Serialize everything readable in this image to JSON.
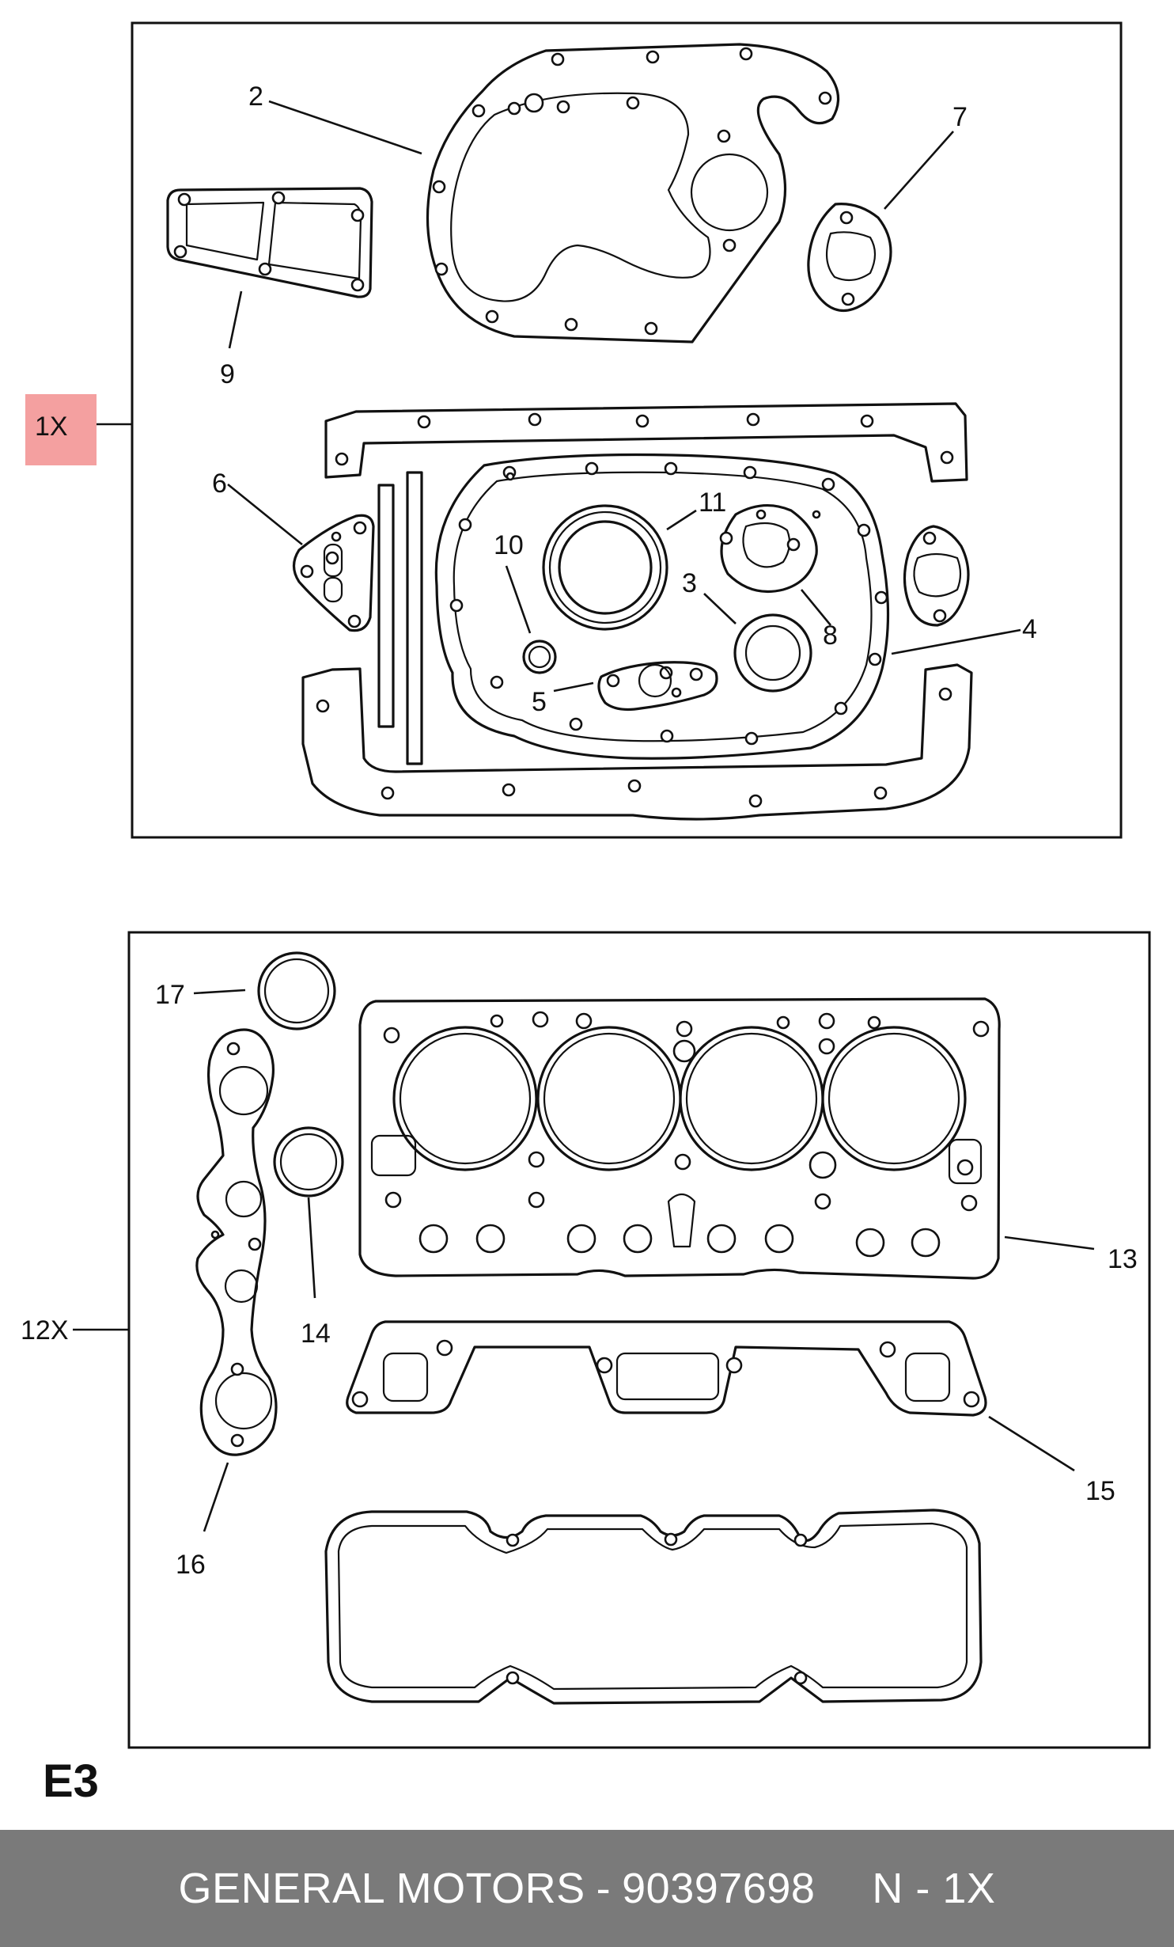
{
  "diagram": {
    "set_upper_label": "1X",
    "set_lower_label": "12X",
    "callouts_upper": [
      "2",
      "7",
      "9",
      "6",
      "11",
      "10",
      "3",
      "8",
      "4",
      "5"
    ],
    "callouts_lower": [
      "17",
      "14",
      "13",
      "12X",
      "15",
      "16"
    ],
    "highlight_color": "#f4a0a0"
  },
  "section_label": "E3",
  "footer": {
    "brand": "GENERAL MOTORS",
    "separator": "-",
    "part_number": "90397698",
    "quantity": "N - 1X"
  }
}
